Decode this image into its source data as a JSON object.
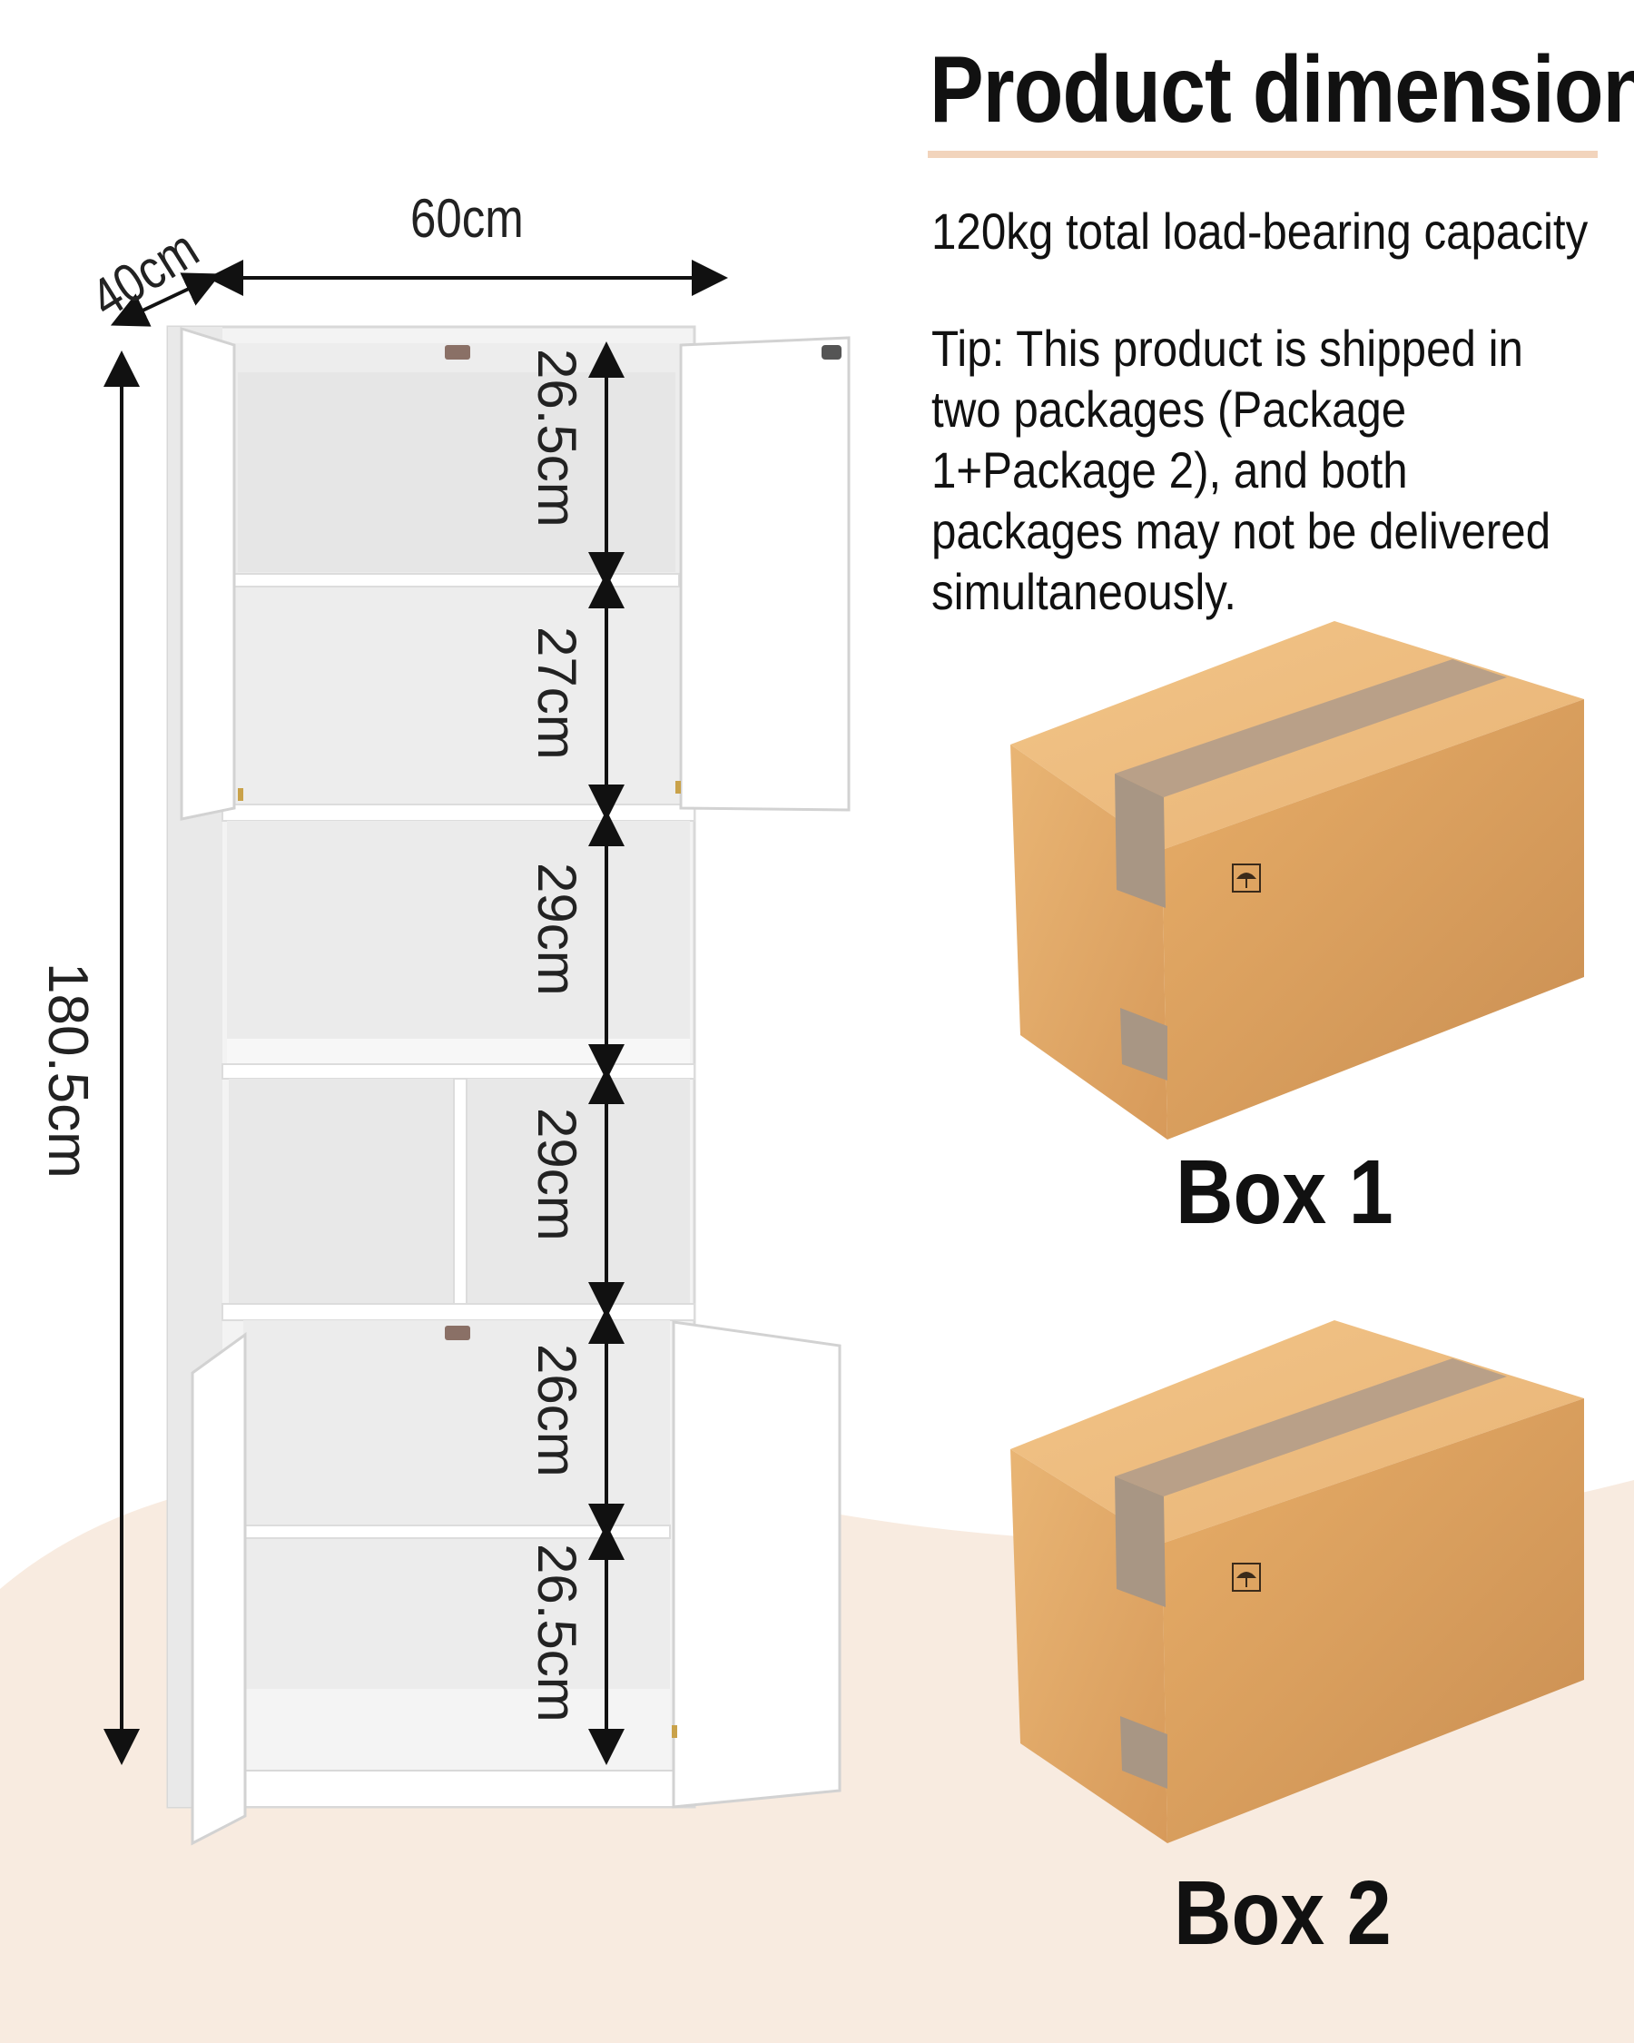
{
  "heading": "Product dimensions",
  "load_capacity": "120kg total load-bearing capacity",
  "tip": "Tip: This product is shipped in two packages (Package 1+Package 2), and both packages may not be delivered simultaneously.",
  "dimensions": {
    "depth": "40cm",
    "width": "60cm",
    "height": "180.5cm",
    "compartments": [
      "26.5cm",
      "27cm",
      "29cm",
      "29cm",
      "26cm",
      "26.5cm"
    ]
  },
  "boxes": [
    {
      "label": "Box 1",
      "icon": "umbrella-fragile-icon"
    },
    {
      "label": "Box 2",
      "icon": "umbrella-fragile-icon"
    }
  ],
  "colors": {
    "background_wave": "#f8ebe0",
    "title_rule": "#f2d4bc",
    "cardboard": "#e2ad6e",
    "tape": "#b59d84",
    "cabinet": "#ffffff"
  }
}
